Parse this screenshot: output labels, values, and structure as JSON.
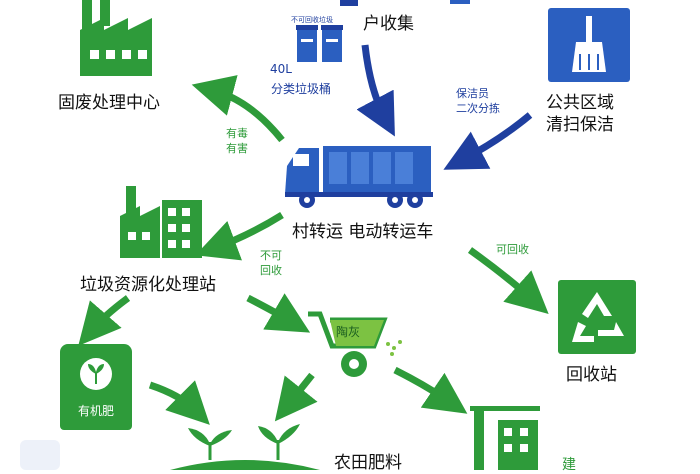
{
  "nodes": {
    "household": "户收集",
    "bin_note_top": "不可回收垃圾",
    "bin_note_volume": "40L",
    "bin_note_name": "分类垃圾桶",
    "public_area_line1": "公共区域",
    "public_area_line2": "清扫保洁",
    "cleaner_note_line1": "保洁员",
    "cleaner_note_line2": "二次分拣",
    "solid_waste": "固废处理中心",
    "hazardous_line1": "有毒",
    "hazardous_line2": "有害",
    "truck_label": "村转运 电动转运车",
    "non_recyclable_line1": "不可",
    "non_recyclable_line2": "回收",
    "recyclable": "可回收",
    "resource_station": "垃圾资源化处理站",
    "recycle_station": "回收站",
    "organic_fertilizer": "有机肥",
    "ash": "陶灰",
    "farm_fertilizer": "农田肥料",
    "building": "建"
  },
  "colors": {
    "green": "#2e9b3a",
    "blue": "#1f3f9f",
    "truck_blue": "#2b5fc0"
  },
  "icons": [
    "factory-icon",
    "bins-icon",
    "broom-icon",
    "truck-icon",
    "plant-icon",
    "recycle-icon",
    "fertilizer-bag-icon",
    "wheelbarrow-icon",
    "seedling-icon",
    "building-crane-icon"
  ]
}
